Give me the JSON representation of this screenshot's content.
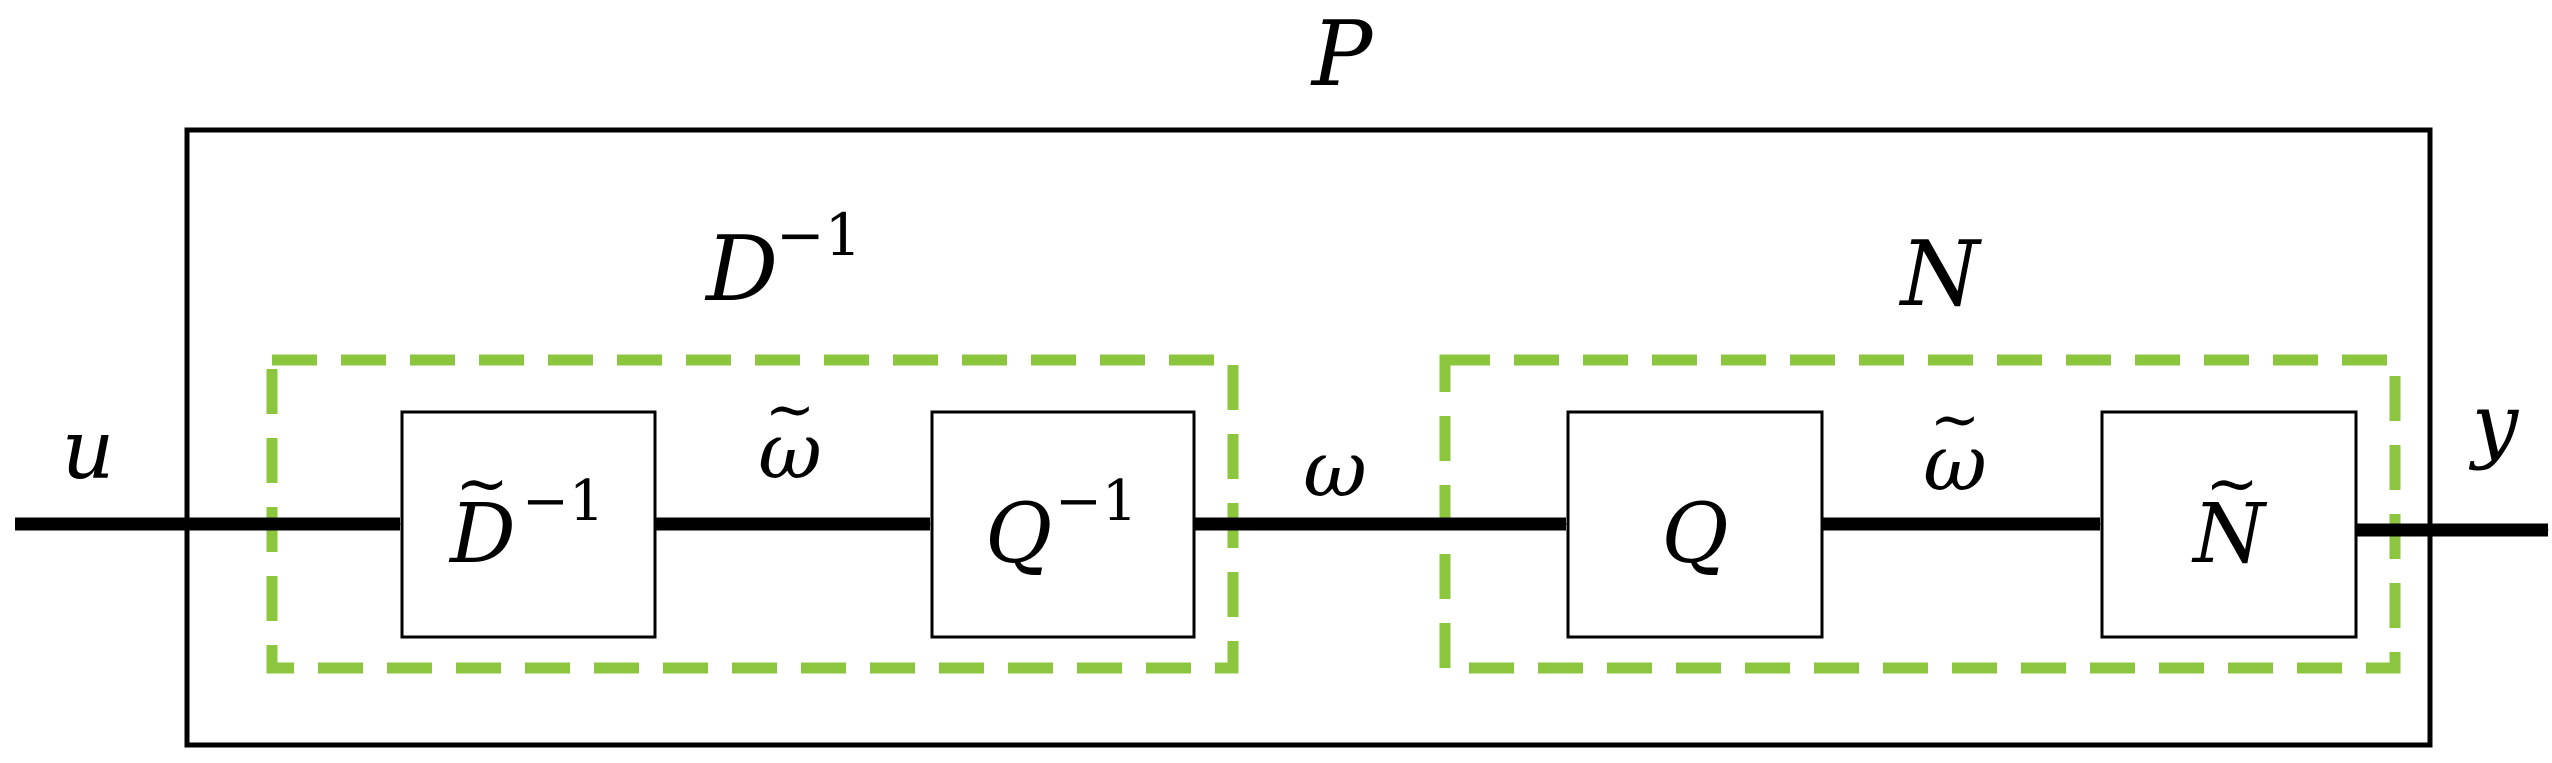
{
  "colors": {
    "stroke": "#000000",
    "group_border": "#8cc63f",
    "background": "#ffffff"
  },
  "outer_label": "P",
  "groups": [
    {
      "id": "dinv",
      "label_base": "D",
      "label_sup": "−1"
    },
    {
      "id": "n",
      "label_base": "N",
      "label_sup": ""
    }
  ],
  "blocks": [
    {
      "id": "dtilde_inv",
      "label_base": "D",
      "tilde": "~",
      "sup": "−1"
    },
    {
      "id": "q_inv",
      "label_base": "Q",
      "tilde": "",
      "sup": "−1"
    },
    {
      "id": "q",
      "label_base": "Q",
      "tilde": "",
      "sup": ""
    },
    {
      "id": "ntilde",
      "label_base": "N",
      "tilde": "~",
      "sup": ""
    }
  ],
  "signals": {
    "input": "u",
    "between_1": "ω",
    "between_1_tilde": "~",
    "middle": "ω",
    "between_2": "ω",
    "between_2_tilde": "~",
    "output": "y"
  }
}
